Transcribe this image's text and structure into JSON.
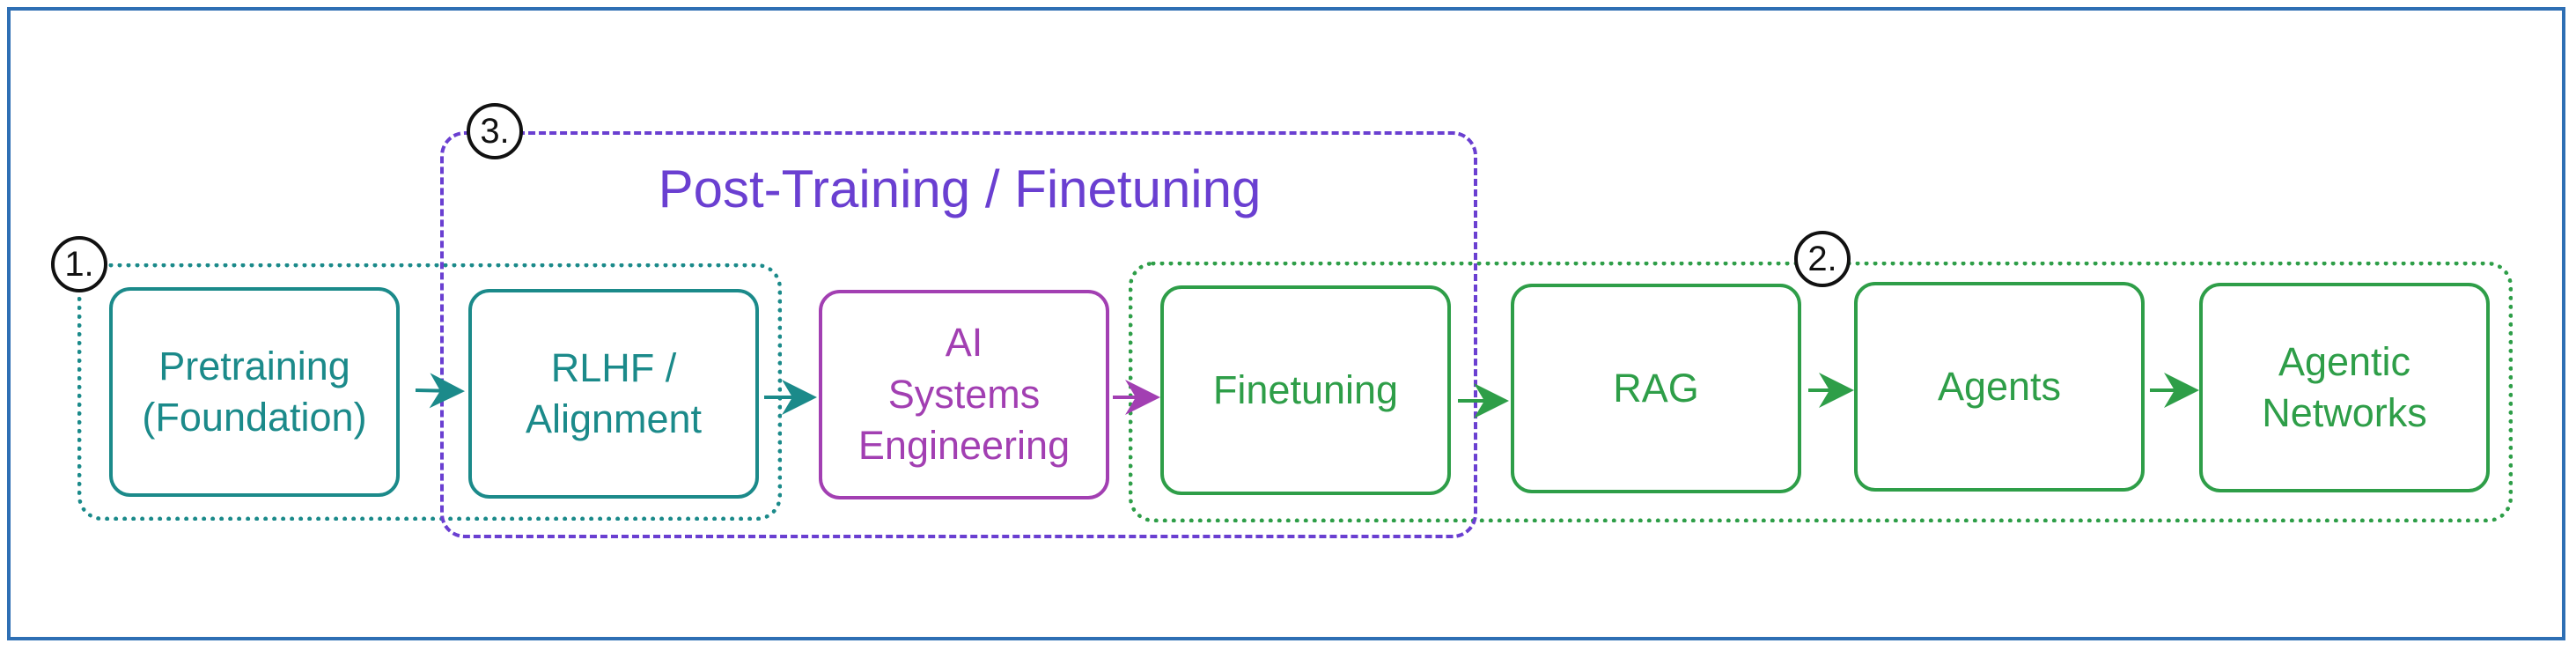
{
  "title": "Post-Training / Finetuning",
  "badges": [
    "1.",
    "2.",
    "3."
  ],
  "stages": [
    {
      "label": "Pretraining\n(Foundation)",
      "color": "#1b8a8a"
    },
    {
      "label": "RLHF /\nAlignment",
      "color": "#1b8a8a"
    },
    {
      "label": "AI\nSystems\nEngineering",
      "color": "#a23fb2"
    },
    {
      "label": "Finetuning",
      "color": "#2e9e48"
    },
    {
      "label": "RAG",
      "color": "#2e9e48"
    },
    {
      "label": "Agents",
      "color": "#2e9e48"
    },
    {
      "label": "Agentic\nNetworks",
      "color": "#2e9e48"
    }
  ],
  "colors": {
    "frame": "#2e6fb4",
    "group_1": "#1b8a8a",
    "group_2": "#2e9e48",
    "group_3": "#6a3fd1"
  }
}
